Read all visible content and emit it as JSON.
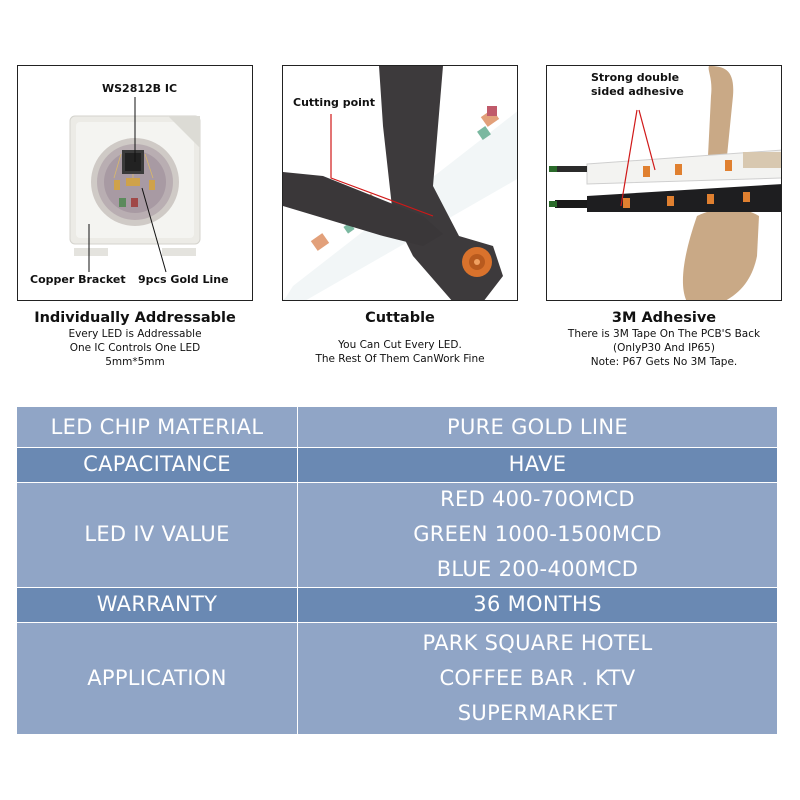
{
  "panels": [
    {
      "labels": [
        "WS2812B IC",
        "Copper Bracket",
        "9pcs Gold Line"
      ],
      "title": "Individually Addressable",
      "lines": [
        "Every LED is Addressable",
        "One IC Controls One LED",
        "5mm*5mm"
      ]
    },
    {
      "labels": [
        "Cutting point"
      ],
      "title": "Cuttable",
      "lines": [
        "You Can Cut Every LED.",
        "The Rest Of Them CanWork Fine"
      ]
    },
    {
      "labels": [
        "Strong double",
        "sided adhesive"
      ],
      "title": "3M Adhesive",
      "lines": [
        "There is 3M Tape On The PCB'S Back",
        "(OnlyP30 And IP65)",
        "Note: P67 Gets No 3M Tape."
      ]
    }
  ],
  "spec_table": {
    "rows": [
      {
        "label": "LED CHIP MATERIAL",
        "values": [
          "PURE GOLD LINE"
        ]
      },
      {
        "label": "CAPACITANCE",
        "values": [
          "HAVE"
        ]
      },
      {
        "label": "LED IV VALUE",
        "values": [
          "RED 400-70OMCD",
          "GREEN 1000-1500MCD",
          "BLUE 200-400MCD"
        ]
      },
      {
        "label": "WARRANTY",
        "values": [
          "36 MONTHS"
        ]
      },
      {
        "label": "APPLICATION",
        "values": [
          "PARK SQUARE HOTEL",
          "COFFEE BAR . KTV",
          "SUPERMARKET"
        ]
      }
    ]
  },
  "colors": {
    "row_light": "#90a5c6",
    "row_dark": "#6a89b3",
    "table_text": "#ffffff",
    "pointer_line": "#d01818"
  }
}
